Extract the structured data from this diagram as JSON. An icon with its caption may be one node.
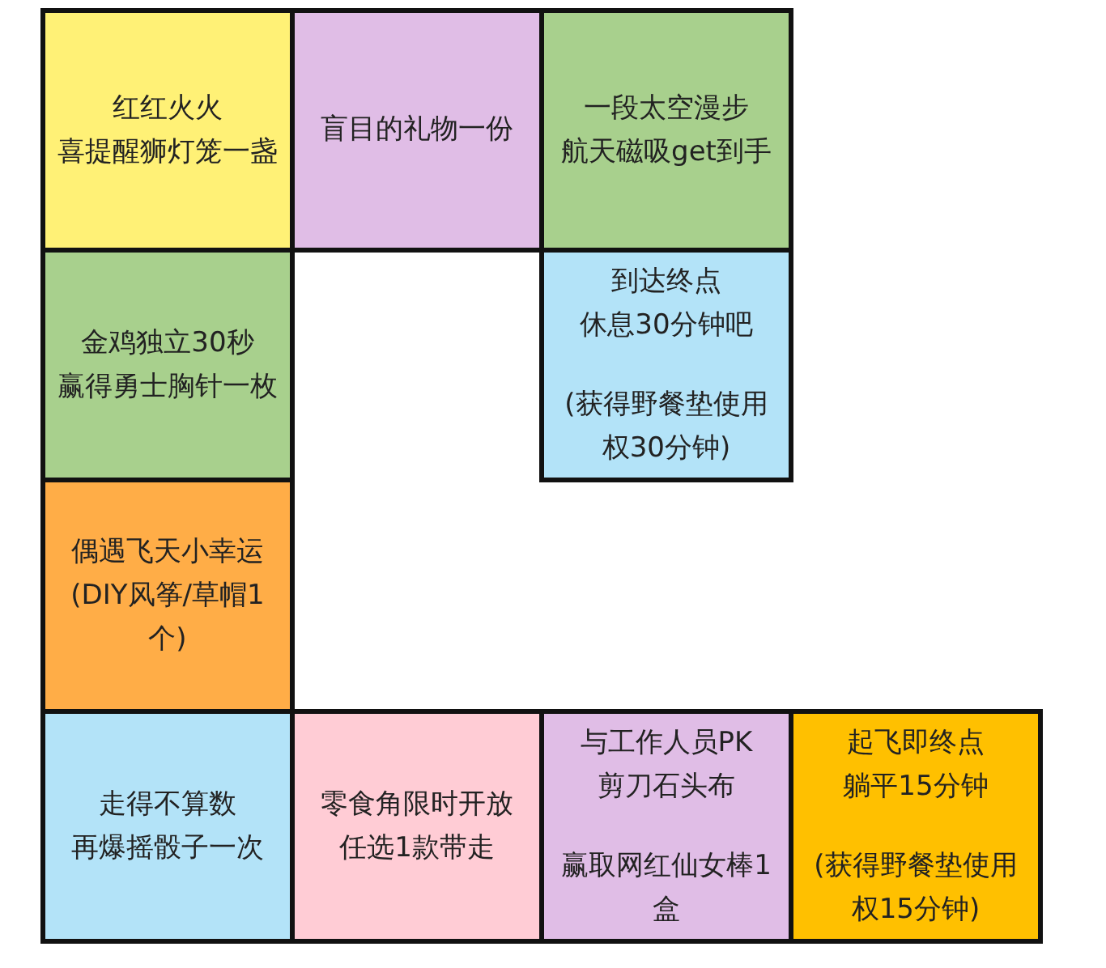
{
  "diagram": {
    "nodes": [
      {
        "text": [
          "红红火火",
          "喜提醒狮灯笼一盏"
        ]
      },
      {
        "text": [
          "盲目的礼物一份"
        ]
      },
      {
        "text": [
          "一段太空漫步",
          "航天磁吸get到手"
        ]
      },
      {
        "text": [
          "金鸡独立30秒",
          "赢得勇士胸针一枚"
        ]
      },
      {
        "text": [
          "到达终点",
          "休息30分钟吧",
          "(获得野餐垫使用权30分钟)"
        ]
      },
      {
        "text": [
          "偶遇飞天小幸运",
          "(DIY风筝/草帽1个)"
        ]
      },
      {
        "text": [
          "走得不算数",
          "再爆摇骰子一次"
        ]
      },
      {
        "text": [
          "零食角限时开放",
          "任选1款带走"
        ]
      },
      {
        "text": [
          "与工作人员PK",
          "剪刀石头布",
          "赢取网红仙女棒1盒"
        ]
      },
      {
        "text": [
          "起飞即终点",
          "躺平15分钟",
          "(获得野餐垫使用权15分钟)"
        ]
      }
    ]
  }
}
